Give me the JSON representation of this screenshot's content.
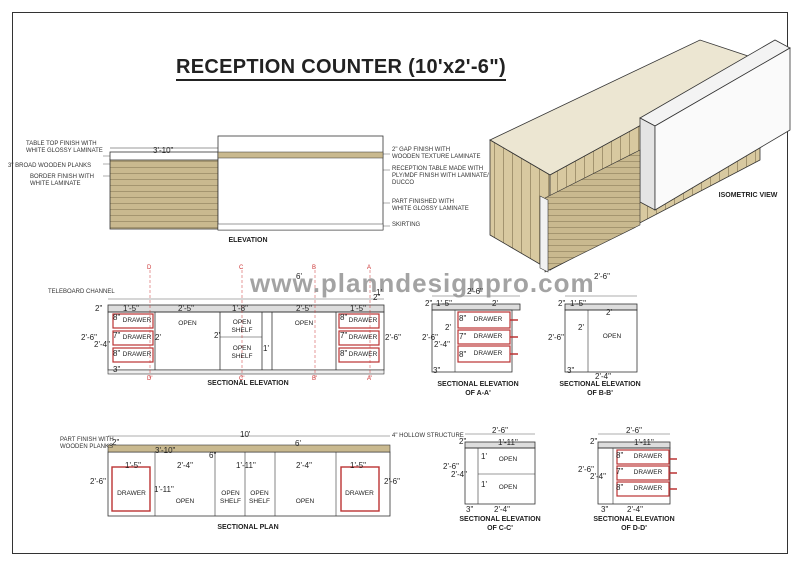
{
  "title": "RECEPTION COUNTER (10'x2'-6\")",
  "watermark": "www.planndesignpro.com",
  "elevation": {
    "caption": "ELEVATION",
    "dim_top": "3'-10\"",
    "notes_left": [
      "TABLE TOP FINISH WITH\nWHITE GLOSSY LAMINATE",
      "3\" BROAD WOODEN PLANKS",
      "BORDER FINISH WITH\nWHITE LAMINATE"
    ],
    "notes_right": [
      "2\" GAP FINISH WITH\nWOODEN TEXTURE LAMINATE",
      "RECEPTION TABLE MADE WITH\nPLY/MDF FINISH WITH LAMINATE/\nDUCCO",
      "PART FINISHED WITH\nWHITE GLOSSY LAMINATE",
      "SKIRTING"
    ]
  },
  "isometric": {
    "caption": "ISOMETRIC VIEW"
  },
  "sectional_elevation": {
    "caption": "SECTIONAL ELEVATION",
    "note": "TELEBOARD CHANNEL",
    "sections": [
      "D",
      "C",
      "B",
      "A",
      "D'",
      "C'",
      "B'",
      "A'"
    ],
    "dims": [
      "6'",
      "1'-5\"",
      "2'-5\"",
      "1'-8\"",
      "2'-5\"",
      "1'-5\"",
      "1'",
      "2'",
      "2\"",
      "2'-6\"",
      "2'-4\"",
      "2'",
      "2'-6\"",
      "3\"",
      "8\"",
      "7\"",
      "8\"",
      "2\"",
      "1'",
      "8\"",
      "7\"",
      "8\""
    ],
    "cells": [
      "DRAWER",
      "DRAWER",
      "DRAWER",
      "OPEN",
      "OPEN\nSHELF",
      "OPEN\nSHELF",
      "OPEN",
      "DRAWER",
      "DRAWER",
      "DRAWER"
    ]
  },
  "section_aa": {
    "caption": "SECTIONAL ELEVATION\nOF A-A'",
    "dims": [
      "2'-6\"",
      "2\"",
      "1'-5\"",
      "2'-6\"",
      "2'",
      "2'-4\"",
      "3\"",
      "2'",
      "8\"",
      "7\"",
      "8\""
    ],
    "cells": [
      "DRAWER",
      "DRAWER",
      "DRAWER"
    ]
  },
  "section_bb": {
    "caption": "SECTIONAL ELEVATION\nOF B-B'",
    "dims": [
      "2'-6\"",
      "2\"",
      "1'-5\"",
      "2'-6\"",
      "2'",
      "2'",
      "2'-4\"",
      "3\""
    ],
    "cells": [
      "OPEN"
    ]
  },
  "sectional_plan": {
    "caption": "SECTIONAL PLAN",
    "notes": [
      "PART FINISH WITH\nWOODEN PLANKS",
      "4\" HOLLOW STRUCTURE"
    ],
    "dims": [
      "10'",
      "6'",
      "3'-10\"",
      "2\"",
      "6\"",
      "1'-5\"",
      "2'-4\"",
      "1'-11\"",
      "2'-4\"",
      "1'-5\"",
      "2'-6\"",
      "1'-11\"",
      "2'-6\""
    ],
    "cells": [
      "DRAWER",
      "OPEN",
      "OPEN\nSHELF",
      "OPEN\nSHELF",
      "OPEN",
      "DRAWER"
    ]
  },
  "section_cc": {
    "caption": "SECTIONAL ELEVATION\nOF C-C'",
    "dims": [
      "2'-6\"",
      "2\"",
      "1'-11\"",
      "2'-4\"",
      "2'-6\"",
      "1'",
      "1'",
      "2'-4\"",
      "3\""
    ],
    "cells": [
      "OPEN",
      "OPEN"
    ]
  },
  "section_dd": {
    "caption": "SECTIONAL ELEVATION\nOF D-D'",
    "dims": [
      "2'-6\"",
      "2\"",
      "1'-11\"",
      "2'-6\"",
      "2'-4\"",
      "8\"",
      "7\"",
      "8\"",
      "2'-4\"",
      "3\""
    ],
    "cells": [
      "DRAWER",
      "DRAWER",
      "DRAWER"
    ]
  }
}
